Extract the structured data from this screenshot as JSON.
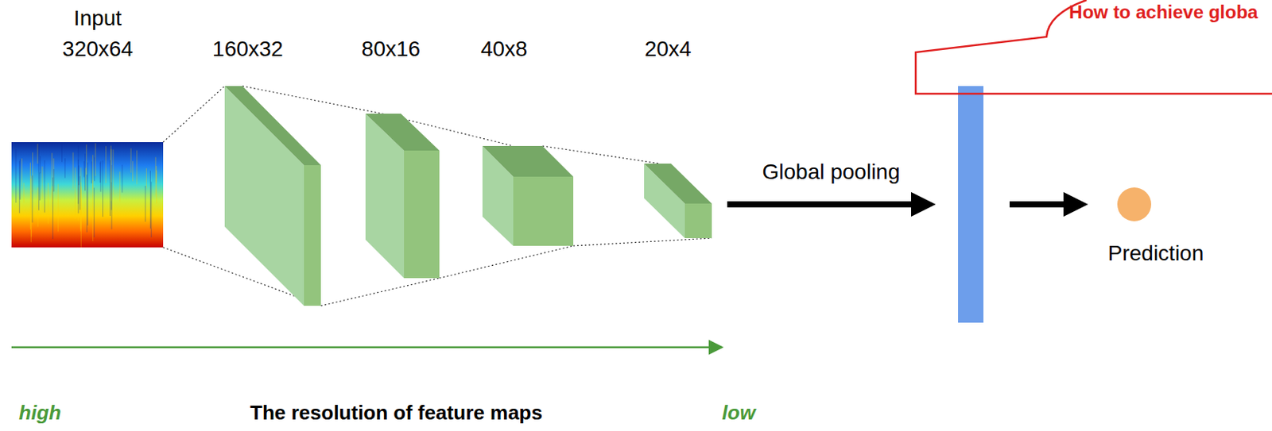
{
  "diagram": {
    "nodes": [
      {
        "text": [
          "Input",
          "320x64"
        ]
      },
      {
        "text": [
          "160x32"
        ]
      },
      {
        "text": [
          "80x16"
        ]
      },
      {
        "text": [
          "40x8"
        ]
      },
      {
        "text": [
          "20x4"
        ]
      },
      {
        "text": [
          "Prediction"
        ]
      },
      {
        "text": [
          "How to achieve globa"
        ]
      }
    ],
    "labels": [
      "Global pooling",
      "high",
      "The resolution of feature maps",
      "low"
    ]
  }
}
